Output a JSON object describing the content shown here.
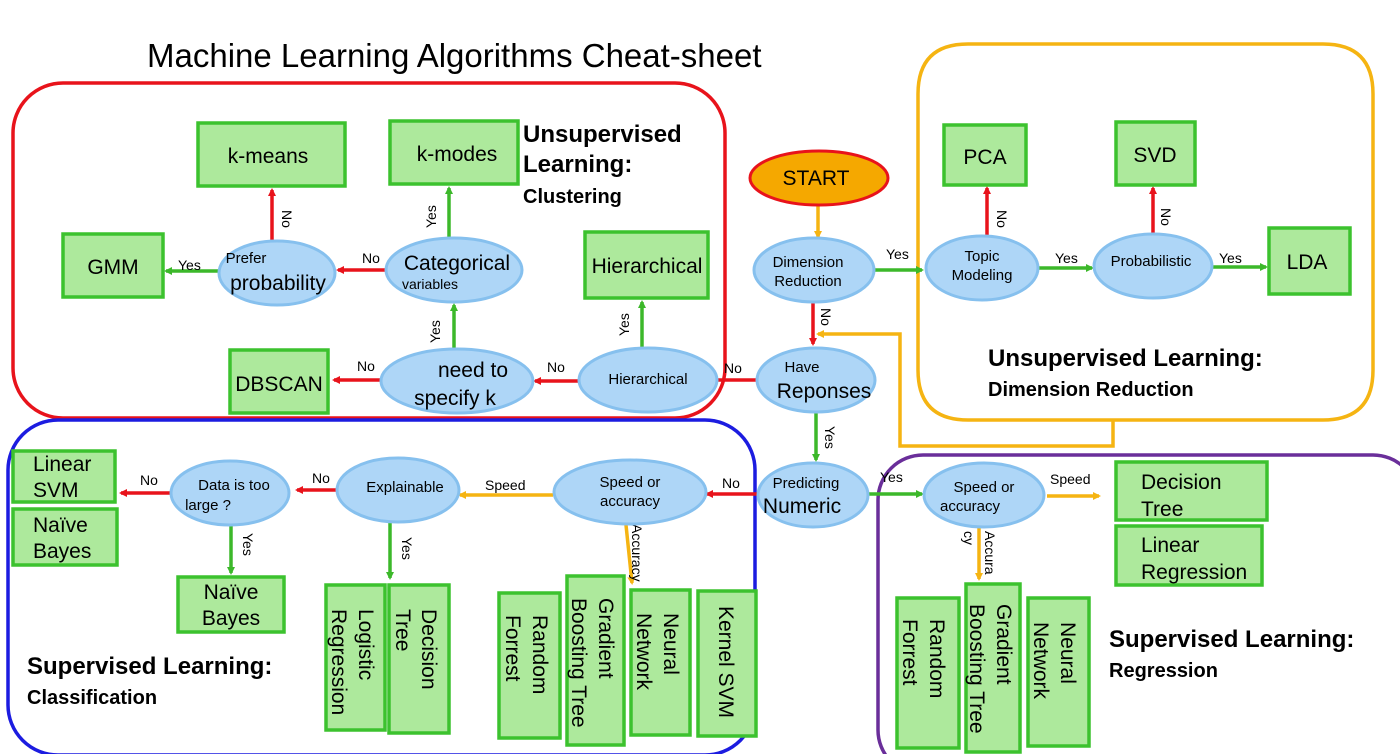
{
  "title": "Machine Learning Algorithms Cheat-sheet",
  "colors": {
    "yes_arrow": "#3cb82a",
    "no_arrow": "#e8131b",
    "speed_arrow": "#f5b412",
    "box_fill": "#ade99c",
    "box_stroke": "#3cc22e",
    "node_fill": "#aed6f7",
    "node_stroke": "#86c0ee",
    "start_fill": "#f5a800",
    "start_stroke": "#e8131b",
    "clustering_region": "#e8131b",
    "dimension_region": "#f5b412",
    "classification_region": "#1c1ce0",
    "regression_region": "#6a2e9a"
  },
  "sections": {
    "clustering": {
      "heading1": "Unsupervised",
      "heading2": "Learning:",
      "subheading": "Clustering"
    },
    "dimension_reduction": {
      "heading": "Unsupervised Learning:",
      "subheading": "Dimension Reduction"
    },
    "classification": {
      "heading": "Supervised Learning:",
      "subheading": "Classification"
    },
    "regression": {
      "heading": "Supervised Learning:",
      "subheading": "Regression"
    }
  },
  "start": "START",
  "decisions": {
    "dimension_reduction": [
      "Dimension",
      "Reduction"
    ],
    "have_responses": [
      "Have",
      "Reponses"
    ],
    "predicting_numeric": [
      "Predicting",
      "Numeric"
    ],
    "topic_modeling": [
      "Topic",
      "Modeling"
    ],
    "probabilistic": "Probabilistic",
    "hierarchical": "Hierarchical",
    "need_to_specify_k": [
      "need to",
      "specify k"
    ],
    "categorical_variables": [
      "Categorical",
      "variables"
    ],
    "prefer_probability": [
      "Prefer",
      "probability"
    ],
    "speed_or_accuracy_cls": [
      "Speed or",
      "accuracy"
    ],
    "explainable": "Explainable",
    "data_too_large": [
      "Data is too",
      "large ?"
    ],
    "speed_or_accuracy_reg": [
      "Speed or",
      "accuracy"
    ]
  },
  "algorithms": {
    "k_means": "k-means",
    "k_modes": "k-modes",
    "gmm": "GMM",
    "hierarchical": "Hierarchical",
    "dbscan": "DBSCAN",
    "pca": "PCA",
    "svd": "SVD",
    "lda": "LDA",
    "linear_svm": [
      "Linear",
      "SVM"
    ],
    "naive_bayes_top": [
      "Naïve",
      "Bayes"
    ],
    "naive_bayes_bottom": [
      "Naïve",
      "Bayes"
    ],
    "logistic_regression": [
      "Logistic",
      "Regression"
    ],
    "decision_tree_cls": [
      "Decision",
      "Tree"
    ],
    "random_forrest_cls": [
      "Random",
      "Forrest"
    ],
    "gradient_boosting_tree_cls": [
      "Gradient",
      "Boosting Tree"
    ],
    "neural_network_cls": [
      "Neural",
      "Network"
    ],
    "kernel_svm": "Kernel SVM",
    "decision_tree_reg": [
      "Decision",
      "Tree"
    ],
    "linear_regression": [
      "Linear",
      "Regression"
    ],
    "random_forrest_reg": [
      "Random",
      "Forrest"
    ],
    "gradient_boosting_tree_reg": [
      "Gradient",
      "Boosting Tree"
    ],
    "neural_network_reg": [
      "Neural",
      "Network"
    ]
  },
  "edge_labels": {
    "yes": "Yes",
    "no": "No",
    "speed": "Speed",
    "accuracy": "Accuracy",
    "accuracy_part1": "Accura",
    "accuracy_part2": "cy"
  }
}
